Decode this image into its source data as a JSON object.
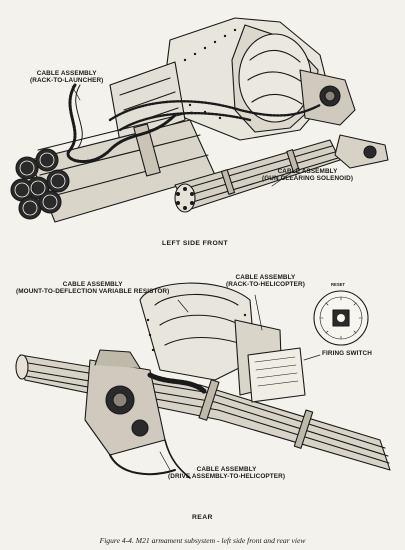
{
  "top_view": {
    "title": "LEFT SIDE FRONT",
    "labels": {
      "rack_to_launcher": [
        "CABLE ASSEMBLY",
        "(RACK-TO-LAUNCHER)"
      ],
      "gun_clearing": [
        "CABLE ASSEMBLY",
        "(GUN CLEARING SOLENOID)"
      ]
    }
  },
  "bottom_view": {
    "title": "REAR",
    "labels": {
      "mount_to_deflection": [
        "CABLE ASSEMBLY",
        "(MOUNT-TO-DEFLECTION VARIABLE RESISTOR)"
      ],
      "rack_to_helicopter": [
        "CABLE ASSEMBLY",
        "(RACK-TO-HELICOPTER)"
      ],
      "firing_switch": "FIRING SWITCH",
      "drive_assembly": [
        "CABLE ASSEMBLY",
        "(DRIVE ASSEMBLY-TO-HELICOPTER)"
      ]
    },
    "dial": {
      "title": "RESET"
    }
  },
  "caption": "Figure 4-4.  M21 armament subsystem - left side front and rear view",
  "colors": {
    "ink": "#1a1a1a",
    "paper": "#f4f2ec"
  }
}
